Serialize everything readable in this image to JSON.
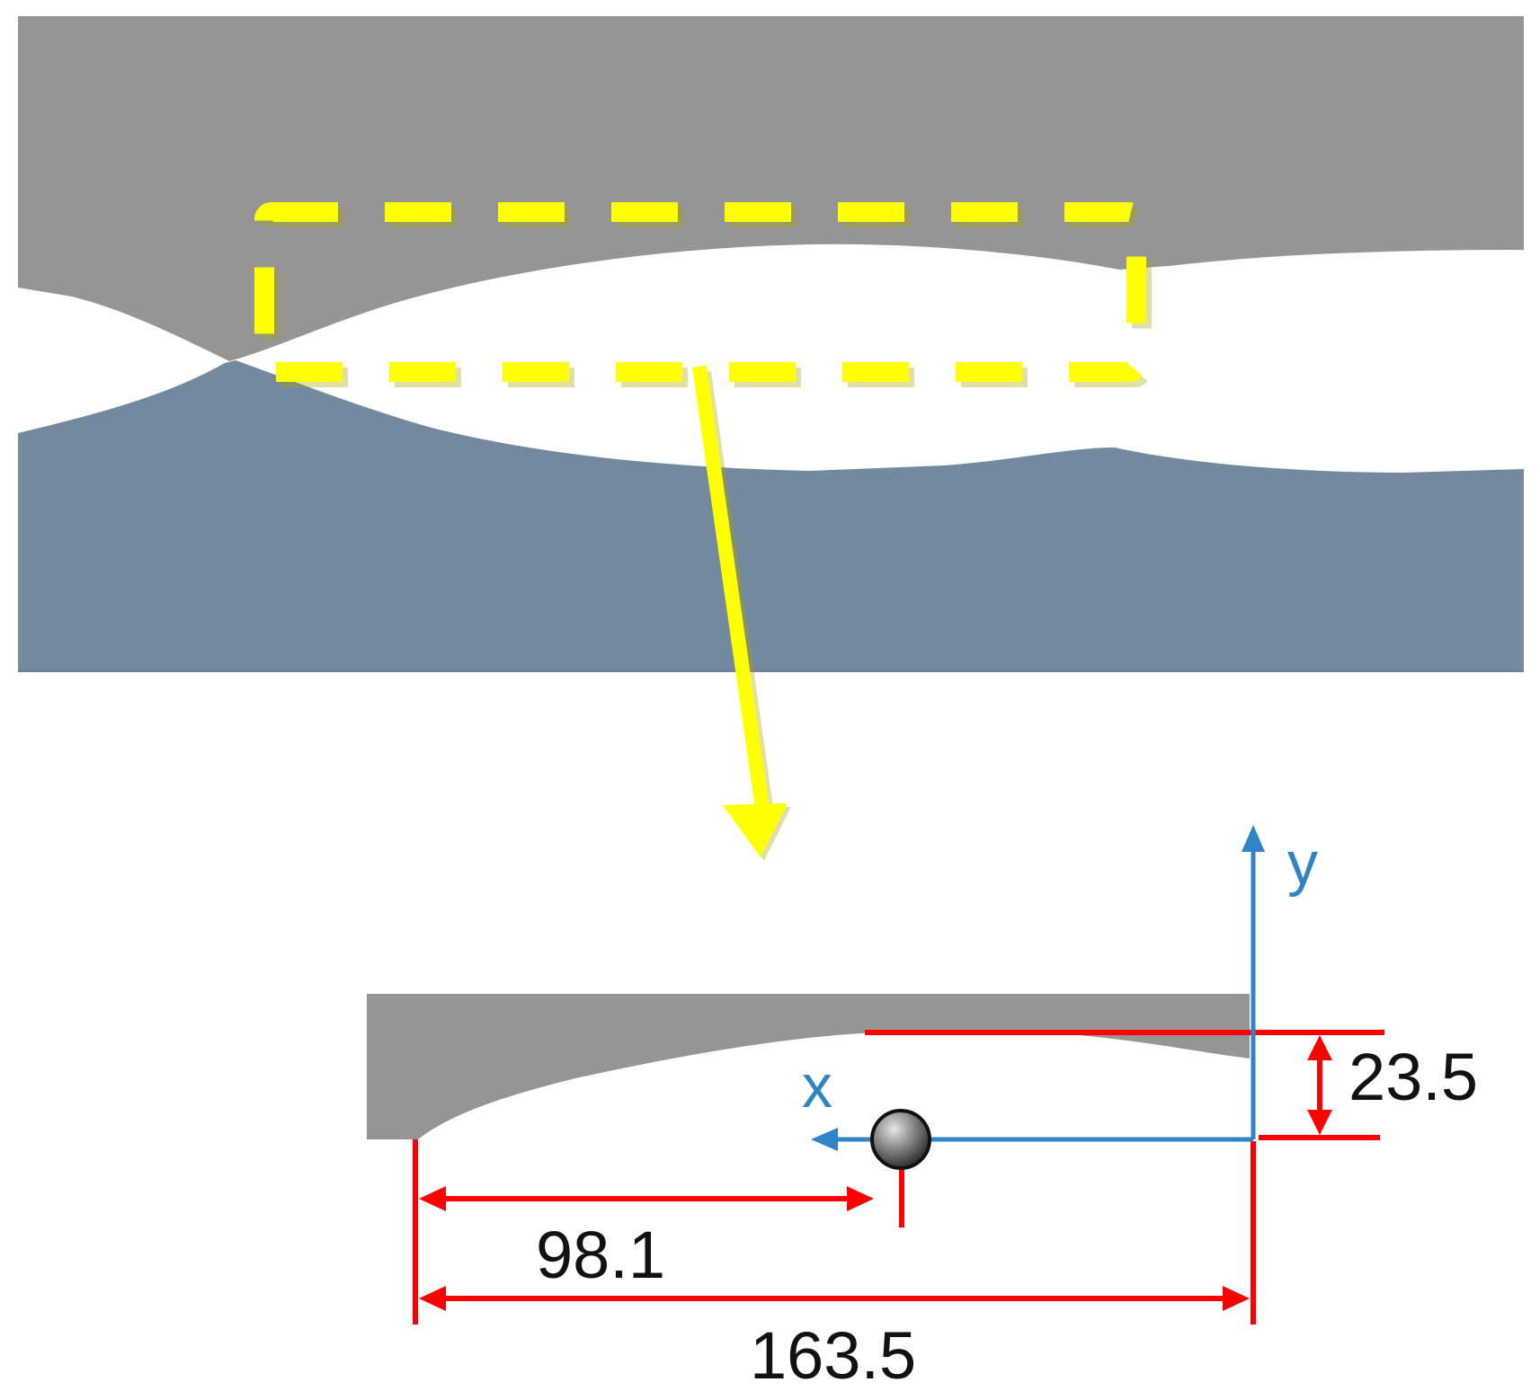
{
  "colors": {
    "upper_region": "#959595",
    "lower_region": "#738a9e",
    "background": "#ffffff",
    "highlight_box": "#ffff00",
    "dimension_lines": "#ff0000",
    "axes": "#2f84c6",
    "dimension_text": "#111111",
    "origin_marker_fill": "#3a3a3a"
  },
  "axes": {
    "x_label": "x",
    "y_label": "y"
  },
  "dimensions": {
    "height": "23.5",
    "marker_distance": "98.1",
    "total_length": "163.5"
  },
  "icons": {
    "zoom_arrow": "arrow-down-icon",
    "marker": "circle-marker-icon"
  }
}
